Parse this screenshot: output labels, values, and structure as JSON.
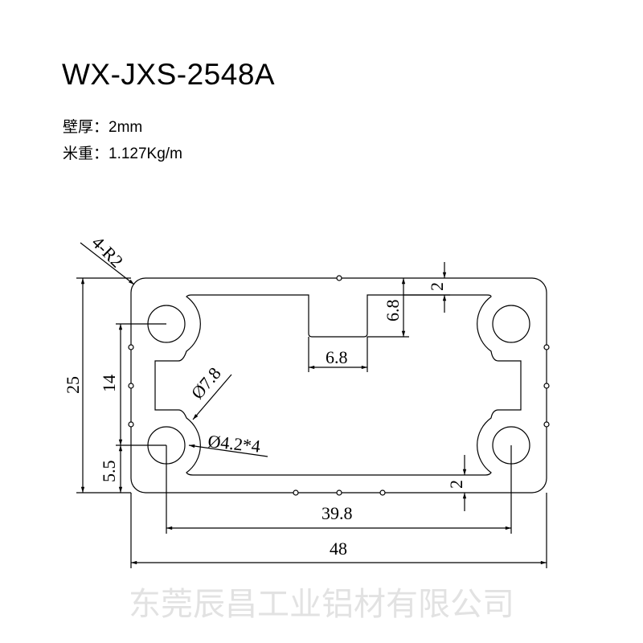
{
  "header": {
    "model": "WX-JXS-2548A",
    "wall_thickness_label": "壁厚：",
    "wall_thickness_value": "2mm",
    "weight_label": "米重：",
    "weight_value": "1.127Kg/m"
  },
  "watermark": "东莞辰昌工业铝材有限公司",
  "dimensions": {
    "corner_radius": "4-R2",
    "height": "25",
    "hole_spacing_vertical": "14",
    "hole_offset_bottom": "5.5",
    "hole_spacing_horizontal": "39.8",
    "width": "48",
    "slot_width": "6.8",
    "slot_depth": "6.8",
    "top_wall": "2",
    "bottom_wall": "2",
    "boss_diameter": "Ø7.8",
    "hole_diameter": "Ø4.2*4"
  }
}
